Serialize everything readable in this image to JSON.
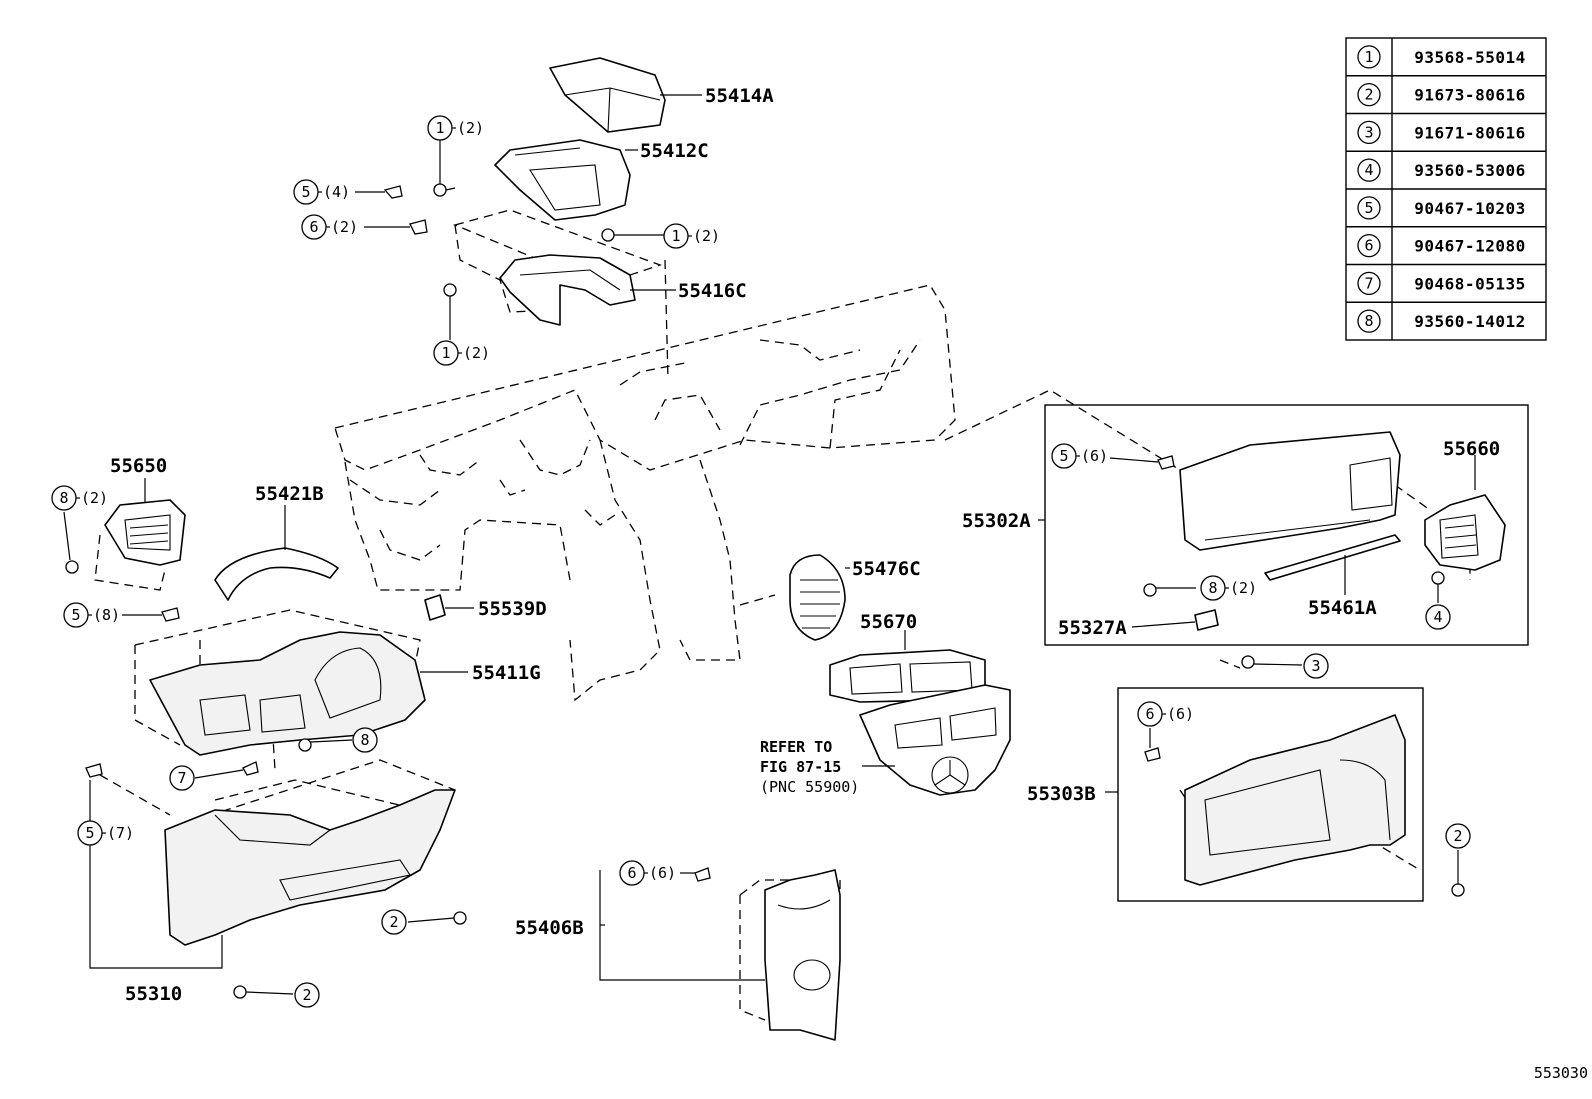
{
  "fastener_table": [
    {
      "ref": "1",
      "part_no": "93568-55014"
    },
    {
      "ref": "2",
      "part_no": "91673-80616"
    },
    {
      "ref": "3",
      "part_no": "91671-80616"
    },
    {
      "ref": "4",
      "part_no": "93560-53006"
    },
    {
      "ref": "5",
      "part_no": "90467-10203"
    },
    {
      "ref": "6",
      "part_no": "90467-12080"
    },
    {
      "ref": "7",
      "part_no": "90468-05135"
    },
    {
      "ref": "8",
      "part_no": "93560-14012"
    }
  ],
  "part_labels": {
    "p55414A": "55414A",
    "p55412C": "55412C",
    "p55416C": "55416C",
    "p55650": "55650",
    "p55421B": "55421B",
    "p55539D": "55539D",
    "p55411G": "55411G",
    "p55476C": "55476C",
    "p55670": "55670",
    "p55302A": "55302A",
    "p55660": "55660",
    "p55327A": "55327A",
    "p55461A": "55461A",
    "p55303B": "55303B",
    "p55310": "55310",
    "p55406B": "55406B"
  },
  "callouts": {
    "c1a": {
      "ref": "1",
      "qty": "(2)"
    },
    "c1b": {
      "ref": "1",
      "qty": "(2)"
    },
    "c1c": {
      "ref": "1",
      "qty": "(2)"
    },
    "c5a": {
      "ref": "5",
      "qty": "(4)"
    },
    "c6a": {
      "ref": "6",
      "qty": "(2)"
    },
    "c8a": {
      "ref": "8",
      "qty": "(2)"
    },
    "c5b": {
      "ref": "5",
      "qty": "(8)"
    },
    "c8b": {
      "ref": "8",
      "qty": ""
    },
    "c7a": {
      "ref": "7",
      "qty": ""
    },
    "c5c": {
      "ref": "5",
      "qty": "(7)"
    },
    "c2a": {
      "ref": "2",
      "qty": ""
    },
    "c2b": {
      "ref": "2",
      "qty": ""
    },
    "c6b": {
      "ref": "6",
      "qty": "(6)"
    },
    "c5d": {
      "ref": "5",
      "qty": "(6)"
    },
    "c8c": {
      "ref": "8",
      "qty": "(2)"
    },
    "c3a": {
      "ref": "3",
      "qty": ""
    },
    "c4a": {
      "ref": "4",
      "qty": ""
    },
    "c6c": {
      "ref": "6",
      "qty": "(6)"
    },
    "c2c": {
      "ref": "2",
      "qty": ""
    }
  },
  "refer_note": {
    "line1": "REFER TO",
    "line2": "FIG 87-15",
    "line3": "(PNC 55900)"
  },
  "figure_code": "553030"
}
